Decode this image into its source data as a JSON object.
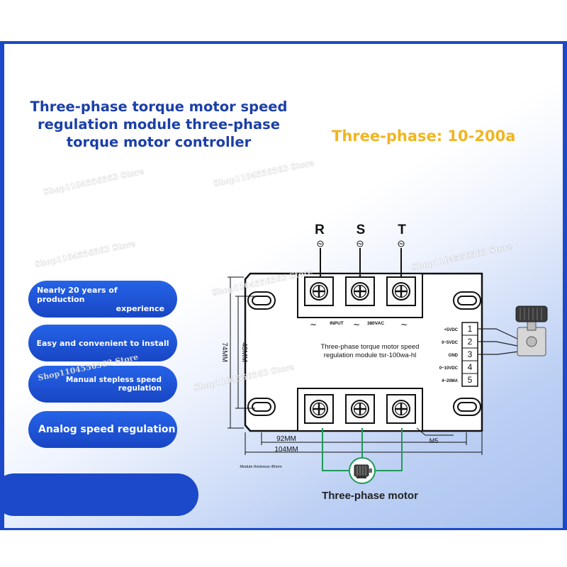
{
  "title": "Three-phase torque motor speed regulation module three-phase torque motor controller",
  "title_lines": [
    "Three-phase torque motor speed",
    "regulation module three-phase",
    "torque motor controller"
  ],
  "current_range": "Three-phase: 10-200a",
  "features": [
    {
      "lines": [
        "Nearly 20 years of production",
        "experience"
      ]
    },
    {
      "lines": [
        "Easy and convenient to install"
      ]
    },
    {
      "lines": [
        "Manual stepless speed",
        "regulation"
      ]
    },
    {
      "lines": [
        "Analog speed regulation"
      ]
    }
  ],
  "diagram": {
    "phases": [
      "R",
      "S",
      "T"
    ],
    "ac_symbol": "~",
    "input_label": "INPUT",
    "voltage_label": "380VAC",
    "module_label_lines": [
      "Three-phase torque motor speed",
      "regulation module tsr-100wa-hl"
    ],
    "dim_height_inner": "48MM",
    "dim_height_outer": "74MM",
    "dim_width_inner": "92MM",
    "dim_width_outer": "104MM",
    "screw_label": "M5",
    "thickness_note": "Module thickness 45mm",
    "motor_label": "Three-phase motor",
    "control_terminals": [
      {
        "label": "+5VDC",
        "number": "1"
      },
      {
        "label": "0~5VDC",
        "number": "2"
      },
      {
        "label": "GND",
        "number": "3"
      },
      {
        "label": "0~10VDC",
        "number": "4"
      },
      {
        "label": "4~20MA",
        "number": "5"
      }
    ]
  },
  "watermark": "Shop1104556563 Store",
  "colors": {
    "frame": "#1b49c9",
    "headline": "#1b3fa8",
    "accent": "#f1b520",
    "pill": "#1f57d8",
    "motor_wire": "#1f9a57"
  }
}
